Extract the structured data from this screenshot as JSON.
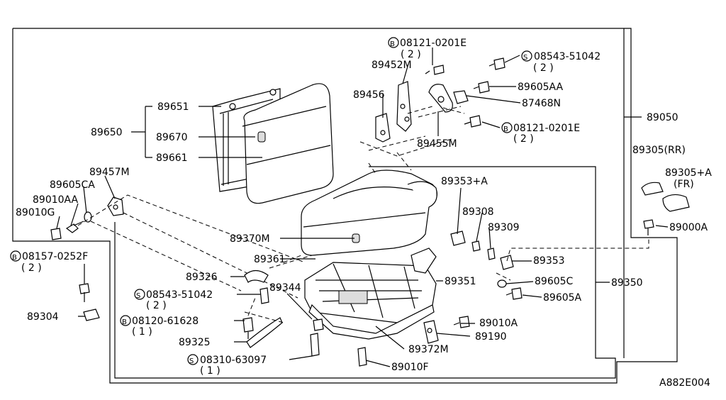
{
  "diagram_code": "A882E004",
  "labels": {
    "p89651": "89651",
    "p89650": "89650",
    "p89670": "89670",
    "p89661": "89661",
    "p89457M": "89457M",
    "p89605CA": "89605CA",
    "p89010AA": "89010AA",
    "p89010G": "89010G",
    "b08157": "08157-0252F",
    "b08157q": "( 2 )",
    "p89304": "89304",
    "b08121a": "08121-0201E",
    "b08121aq": "( 2 )",
    "p89452M": "89452M",
    "p89456": "89456",
    "p89455M": "89455M",
    "s08543a": "08543-51042",
    "s08543aq": "( 2 )",
    "p89605AA": "89605AA",
    "p87468N": "87468N",
    "b08121b": "08121-0201E",
    "b08121bq": "( 2 )",
    "p89050": "89050",
    "p89305RR": "89305(RR)",
    "p89305FR": "89305+A",
    "p89305FRb": "(FR)",
    "p89000A": "89000A",
    "p89353A": "89353+A",
    "p89308": "89308",
    "p89309": "89309",
    "p89353": "89353",
    "p89605C": "89605C",
    "p89605A": "89605A",
    "p89350": "89350",
    "p89370M": "89370M",
    "p89361": "89361",
    "p89351": "89351",
    "p89326": "89326",
    "s08543b": "08543-51042",
    "s08543bq": "( 2 )",
    "p89344": "89344",
    "b08120": "08120-61628",
    "b08120q": "( 1 )",
    "p89325": "89325",
    "s08310": "08310-63097",
    "s08310q": "( 1 )",
    "p89010A": "89010A",
    "p89190": "89190",
    "p89372M": "89372M",
    "p89010F": "89010F"
  },
  "symbols": {
    "b": "B",
    "s": "S"
  }
}
